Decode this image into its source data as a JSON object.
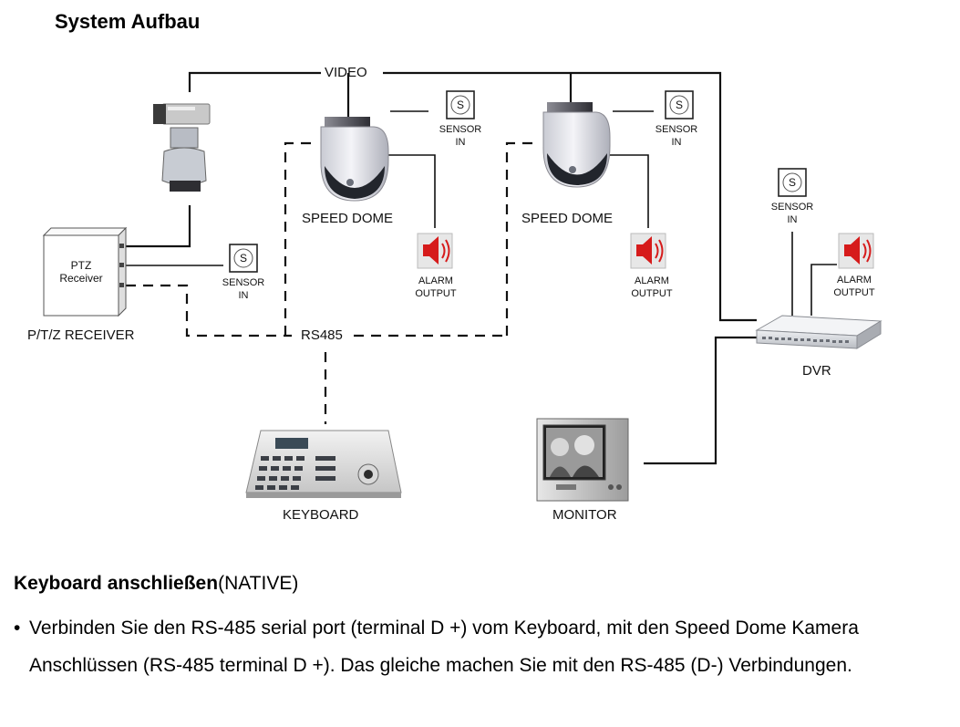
{
  "title": "System Aufbau",
  "diagram": {
    "video_label": "VIDEO",
    "rs485_label": "RS485",
    "sensor_label_line1": "SENSOR",
    "sensor_label_line2": "IN",
    "alarm_label_line1": "ALARM",
    "alarm_label_line2": "OUTPUT",
    "sensor_glyph": "S",
    "speed_dome_1": "SPEED DOME",
    "speed_dome_2": "SPEED DOME",
    "ptz_box_line1": "PTZ",
    "ptz_box_line2": "Receiver",
    "ptz_receiver_label": "P/T/Z RECEIVER",
    "dvr_label": "DVR",
    "keyboard_label": "KEYBOARD",
    "monitor_label": "MONITOR"
  },
  "section": {
    "heading_bold": "Keyboard anschließen",
    "heading_normal": "(NATIVE)",
    "bullet_char": "•",
    "bullet_text": "Verbinden Sie den RS-485 serial port (terminal D +) vom Keyboard, mit den Speed Dome Kamera Anschlüssen (RS-485 terminal D +). Das gleiche machen Sie mit den RS-485 (D-) Verbindungen."
  }
}
